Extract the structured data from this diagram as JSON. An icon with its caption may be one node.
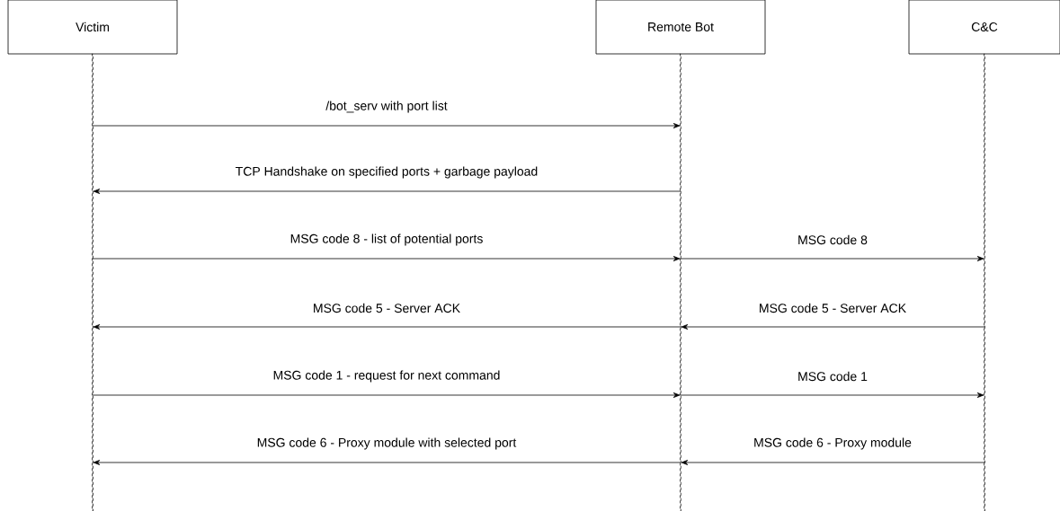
{
  "diagram": {
    "nodes": [
      {
        "text": [
          "Victim"
        ]
      },
      {
        "text": [
          "Remote Bot"
        ]
      },
      {
        "text": [
          "C&C"
        ]
      },
      {
        "text": [],
        "shape": "bar"
      },
      {
        "text": [],
        "shape": "bar"
      },
      {
        "text": [],
        "shape": "bar"
      }
    ],
    "edges": [
      {
        "from": 3,
        "to": 4,
        "arrow": "to",
        "label": "/bot_serv with port list"
      },
      {
        "from": 4,
        "to": 3,
        "arrow": "to",
        "label": "TCP Handshake on specified ports + garbage payload"
      },
      {
        "from": 3,
        "to": 4,
        "arrow": "to",
        "label": "MSG code 8 - list of potential ports"
      },
      {
        "from": 4,
        "to": 5,
        "arrow": "to",
        "label": "MSG code 8"
      },
      {
        "from": 4,
        "to": 3,
        "arrow": "to",
        "label": "MSG code 5 - Server ACK"
      },
      {
        "from": 5,
        "to": 4,
        "arrow": "to",
        "label": "MSG code 5 - Server ACK"
      },
      {
        "from": 3,
        "to": 4,
        "arrow": "to",
        "label": "MSG code 1 - request for next command"
      },
      {
        "from": 4,
        "to": 5,
        "arrow": "to",
        "label": "MSG code 1"
      },
      {
        "from": 4,
        "to": 3,
        "arrow": "to",
        "label": "MSG code 6 - Proxy module with selected port"
      },
      {
        "from": 5,
        "to": 4,
        "arrow": "to",
        "label": "MSG code 6 - Proxy module"
      }
    ]
  }
}
